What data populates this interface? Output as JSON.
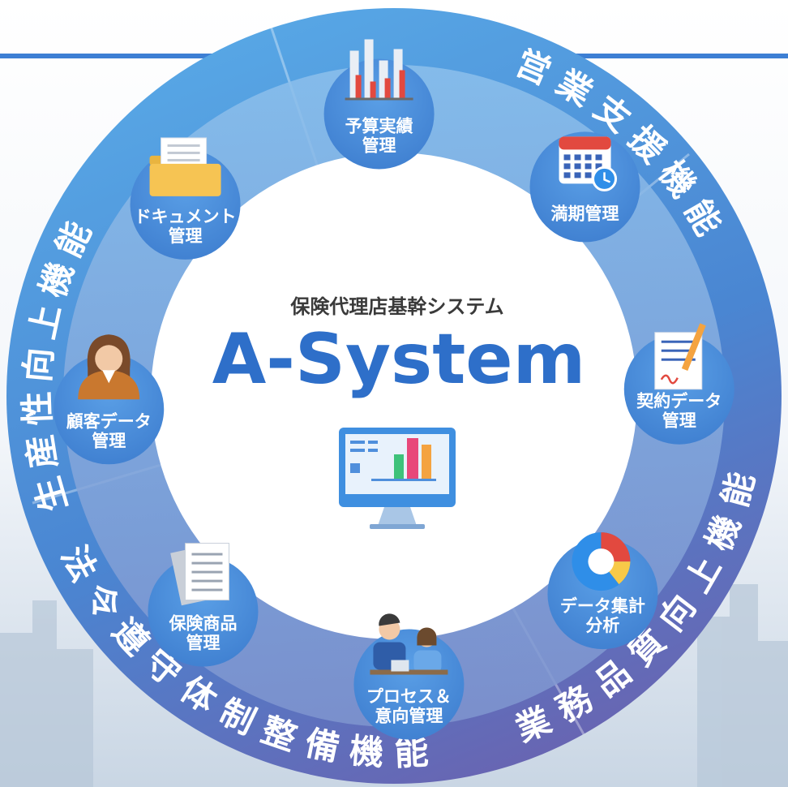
{
  "center": {
    "subtitle": "保険代理店基幹システム",
    "title": "A-System"
  },
  "ring_labels": [
    {
      "text": "営業支援機能"
    },
    {
      "text": "業務品質向上機能"
    },
    {
      "text": "法令遵守体制整備機能"
    },
    {
      "text": "生産性向上機能"
    }
  ],
  "nodes": [
    {
      "id": "budget",
      "icon": "bar-chart-icon",
      "lines": [
        "予算実績",
        "管理"
      ]
    },
    {
      "id": "maturity",
      "icon": "calendar-clock-icon",
      "lines": [
        "満期管理"
      ]
    },
    {
      "id": "contract",
      "icon": "contract-pen-icon",
      "lines": [
        "契約データ",
        "管理"
      ]
    },
    {
      "id": "analysis",
      "icon": "donut-chart-icon",
      "lines": [
        "データ集計",
        "分析"
      ]
    },
    {
      "id": "process",
      "icon": "meeting-people-icon",
      "lines": [
        "プロセス＆",
        "意向管理"
      ]
    },
    {
      "id": "product",
      "icon": "documents-icon",
      "lines": [
        "保険商品",
        "管理"
      ]
    },
    {
      "id": "customer",
      "icon": "customer-person-icon",
      "lines": [
        "顧客データ",
        "管理"
      ]
    },
    {
      "id": "document",
      "icon": "folder-icon",
      "lines": [
        "ドキュメント",
        "管理"
      ]
    }
  ],
  "colors": {
    "ring_top": "#4f9fe0",
    "ring_bottom": "#6e73b8",
    "node": "#4f8fdc",
    "title": "#2e6fc9"
  }
}
